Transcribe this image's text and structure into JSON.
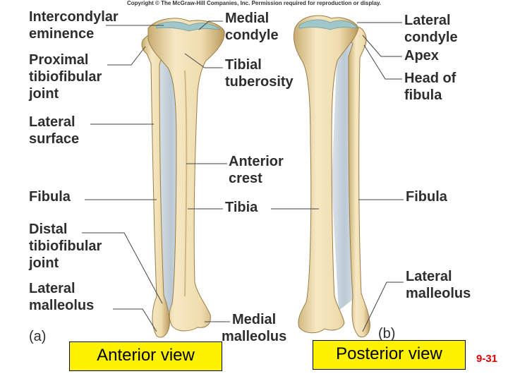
{
  "copyright": "Copyright © The McGraw-Hill Companies, Inc. Permission required for reproduction or display.",
  "labels": {
    "intercondylar_eminence": [
      "Intercondylar",
      "eminence"
    ],
    "proximal_tibiofibular_joint": [
      "Proximal",
      "tibiofibular",
      "joint"
    ],
    "lateral_surface": [
      "Lateral",
      "surface"
    ],
    "fibula_a": [
      "Fibula"
    ],
    "distal_tibiofibular_joint": [
      "Distal",
      "tibiofibular",
      "joint"
    ],
    "lateral_malleolus_a": [
      "Lateral",
      "malleolus"
    ],
    "panel_a": "(a)",
    "medial_condyle": [
      "Medial",
      "condyle"
    ],
    "tibial_tuberosity": [
      "Tibial",
      "tuberosity"
    ],
    "anterior_crest": [
      "Anterior",
      "crest"
    ],
    "tibia": [
      "Tibia"
    ],
    "medial_malleolus": [
      "Medial",
      "malleolus"
    ],
    "lateral_condyle": [
      "Lateral",
      "condyle"
    ],
    "apex": [
      "Apex"
    ],
    "head_of_fibula": [
      "Head of",
      "fibula"
    ],
    "fibula_b": [
      "Fibula"
    ],
    "lateral_malleolus_b": [
      "Lateral",
      "malleolus"
    ],
    "panel_b": "(b)"
  },
  "views": {
    "anterior": "Anterior view",
    "posterior": "Posterior view"
  },
  "page_number": "9-31",
  "colors": {
    "bone": "#efdcae",
    "bone_shadow": "#c8ad72",
    "cartilage": "#9fc6c8",
    "membrane": "#bcc9d4",
    "view_box": "#fff200",
    "page_number": "#e00000"
  }
}
